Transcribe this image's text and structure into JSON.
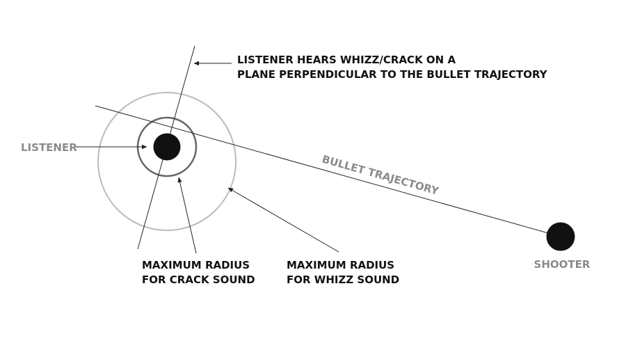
{
  "labels": {
    "plane_note_line1": "LISTENER HEARS WHIZZ/CRACK ON A",
    "plane_note_line2": "PLANE PERPENDICULAR TO THE BULLET TRAJECTORY",
    "listener": "LISTENER",
    "bullet_trajectory": "BULLET TRAJECTORY",
    "crack_radius_line1": "MAXIMUM RADIUS",
    "crack_radius_line2": "FOR CRACK SOUND",
    "whizz_radius_line1": "MAXIMUM RADIUS",
    "whizz_radius_line2": "FOR WHIZZ SOUND",
    "shooter": "SHOOTER"
  },
  "colors": {
    "dark": "#111111",
    "label_gray": "#8a8a8a",
    "whizz_circle": "#bbbbbb",
    "crack_circle": "#666666",
    "line": "#222222"
  }
}
